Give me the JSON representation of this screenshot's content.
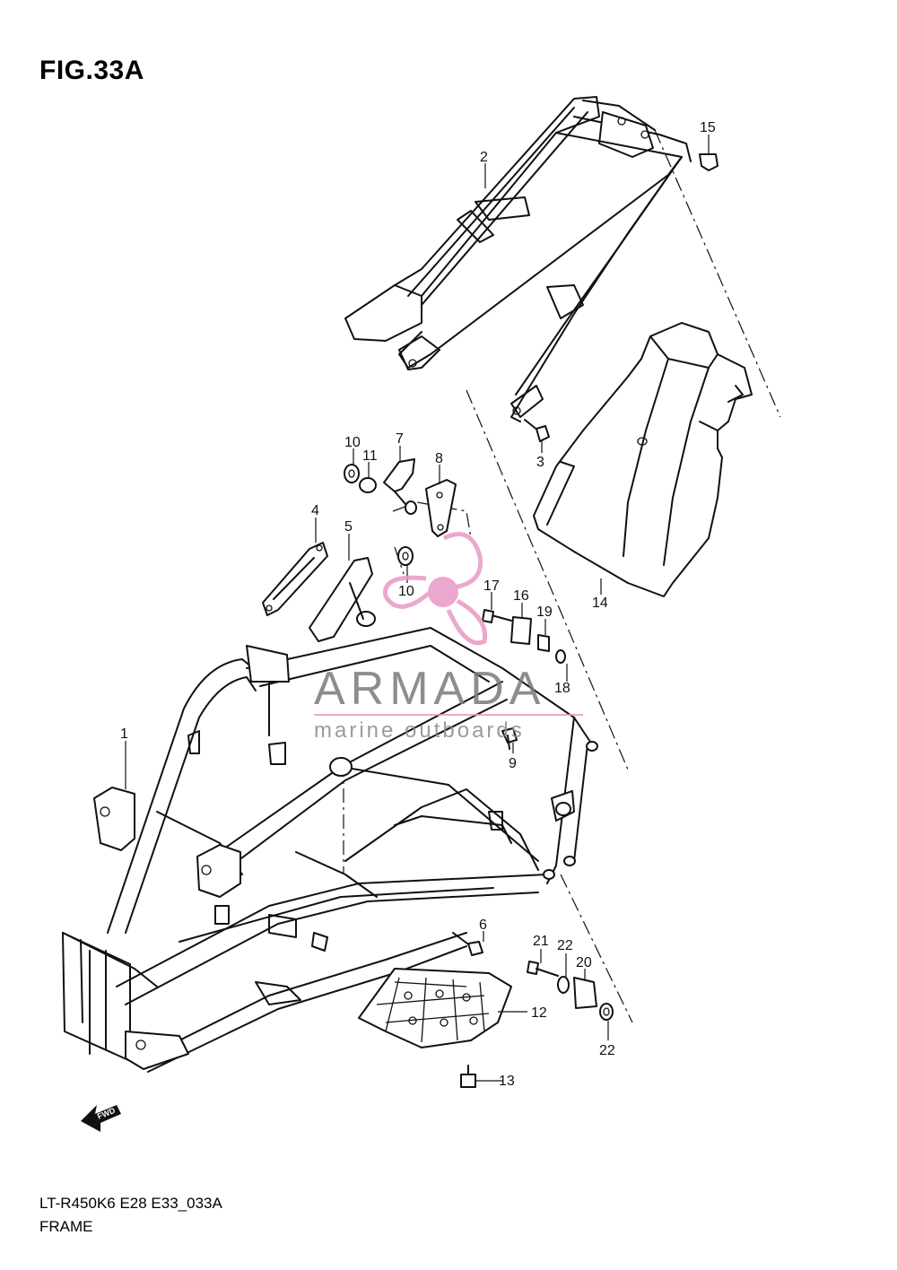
{
  "figure": {
    "title": "FIG.33A",
    "model_code": "LT-R450K6 E28 E33_033A",
    "name": "FRAME"
  },
  "watermark": {
    "brand": "ARMADA",
    "tagline": "marine outboards",
    "logo_color": "#e79ac6",
    "text_color": "#7a7a7a"
  },
  "direction_arrow": {
    "label": "FWD",
    "icon": "fwd-arrow-icon"
  },
  "callouts": [
    {
      "id": "c1",
      "label": "1"
    },
    {
      "id": "c2",
      "label": "2"
    },
    {
      "id": "c3",
      "label": "3"
    },
    {
      "id": "c4",
      "label": "4"
    },
    {
      "id": "c5",
      "label": "5"
    },
    {
      "id": "c6",
      "label": "6"
    },
    {
      "id": "c7",
      "label": "7"
    },
    {
      "id": "c8",
      "label": "8"
    },
    {
      "id": "c9",
      "label": "9"
    },
    {
      "id": "c10a",
      "label": "10"
    },
    {
      "id": "c10b",
      "label": "10"
    },
    {
      "id": "c11",
      "label": "11"
    },
    {
      "id": "c12",
      "label": "12"
    },
    {
      "id": "c13",
      "label": "13"
    },
    {
      "id": "c14",
      "label": "14"
    },
    {
      "id": "c15",
      "label": "15"
    },
    {
      "id": "c16",
      "label": "16"
    },
    {
      "id": "c17",
      "label": "17"
    },
    {
      "id": "c18",
      "label": "18"
    },
    {
      "id": "c19",
      "label": "19"
    },
    {
      "id": "c20",
      "label": "20"
    },
    {
      "id": "c21",
      "label": "21"
    },
    {
      "id": "c22a",
      "label": "22"
    },
    {
      "id": "c22b",
      "label": "22"
    }
  ]
}
